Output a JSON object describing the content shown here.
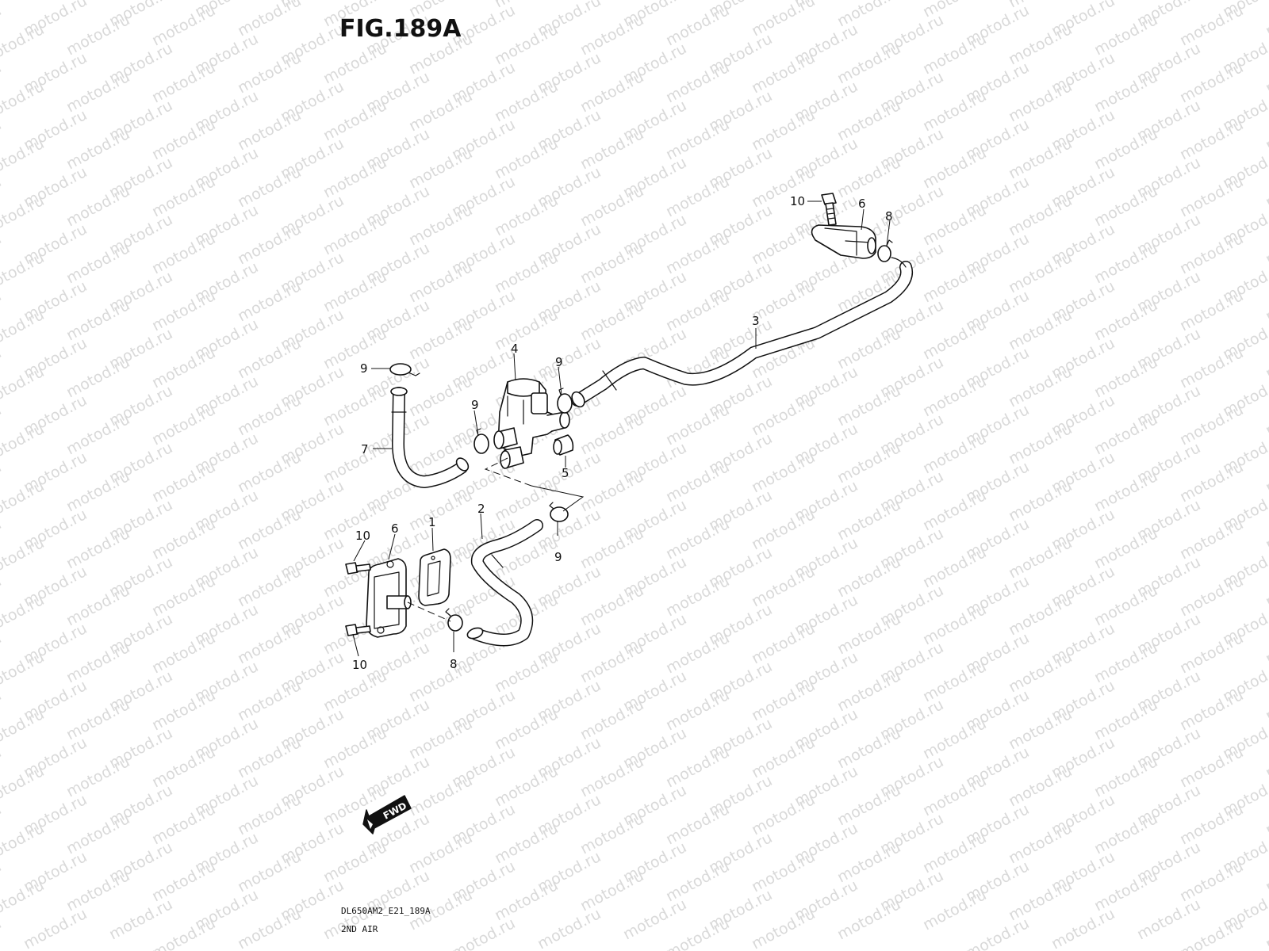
{
  "figure": {
    "title": "FIG.189A"
  },
  "watermark": {
    "text": "motod.ru"
  },
  "callouts": {
    "c1": "1",
    "c2": "2",
    "c3": "3",
    "c4": "4",
    "c5": "5",
    "c6a": "6",
    "c6b": "6",
    "c7": "7",
    "c8a": "8",
    "c8b": "8",
    "c9a": "9",
    "c9b": "9",
    "c9c": "9",
    "c9d": "9",
    "c10a": "10",
    "c10b": "10",
    "c10c": "10"
  },
  "fwd": {
    "label": "FWD"
  },
  "footer": {
    "code": "DL650AM2_E21_189A",
    "caption": "2ND AIR"
  },
  "colors": {
    "line": "#111111",
    "watermark": "#d9d9d9",
    "background": "#ffffff"
  }
}
